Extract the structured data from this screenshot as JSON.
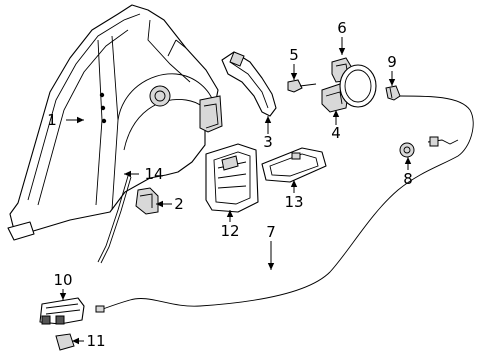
{
  "callouts": {
    "c1": "1",
    "c2": "2",
    "c3": "3",
    "c4": "4",
    "c5": "5",
    "c6": "6",
    "c7": "7",
    "c8": "8",
    "c9": "9",
    "c10": "10",
    "c11": "11",
    "c12": "12",
    "c13": "13",
    "c14": "14"
  },
  "parts": [
    {
      "id": "quarter-panel",
      "callout": "1"
    },
    {
      "id": "bracket",
      "callout": "2"
    },
    {
      "id": "filler-reinforcement",
      "callout": "3"
    },
    {
      "id": "hinge-assembly",
      "callout": "4"
    },
    {
      "id": "bolt",
      "callout": "5"
    },
    {
      "id": "fuel-door-lock",
      "callout": "6"
    },
    {
      "id": "release-cable",
      "callout": "7"
    },
    {
      "id": "cable-grommet",
      "callout": "8"
    },
    {
      "id": "door-bumper",
      "callout": "9"
    },
    {
      "id": "release-handle",
      "callout": "10"
    },
    {
      "id": "handle-cover",
      "callout": "11"
    },
    {
      "id": "filler-housing",
      "callout": "12"
    },
    {
      "id": "housing-seal",
      "callout": "13"
    },
    {
      "id": "weatherstrip",
      "callout": "14"
    }
  ]
}
